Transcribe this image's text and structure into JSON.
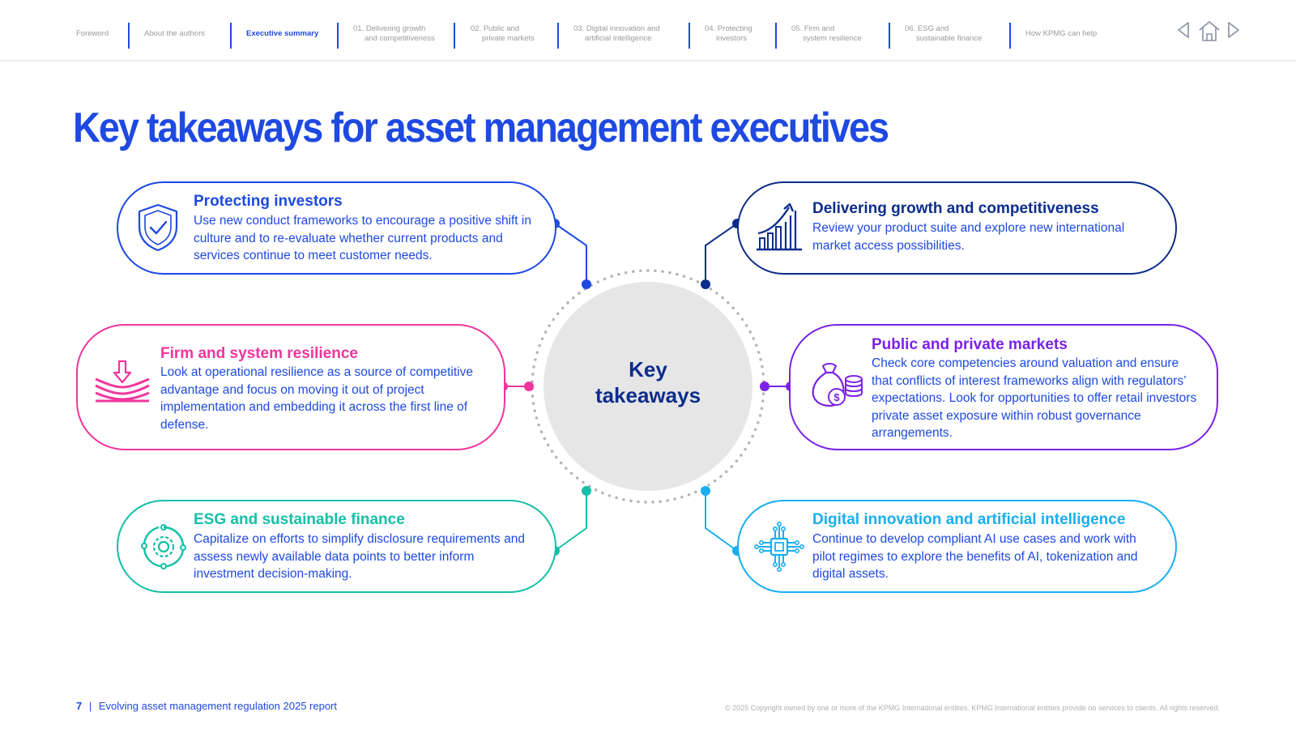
{
  "nav": {
    "items": [
      {
        "l1": "Foreword",
        "l2": ""
      },
      {
        "l1": "About the authors",
        "l2": ""
      },
      {
        "l1": "Executive summary",
        "l2": ""
      },
      {
        "l1": "01. Delivering growth",
        "l2": "and competitiveness"
      },
      {
        "l1": "02. Public and",
        "l2": "private markets"
      },
      {
        "l1": "03. Digital innovation and",
        "l2": "artificial intelligence"
      },
      {
        "l1": "04. Protecting",
        "l2": "investors"
      },
      {
        "l1": "05. Firm and",
        "l2": "system resilience"
      },
      {
        "l1": "06. ESG and",
        "l2": "sustainable finance"
      },
      {
        "l1": "How KPMG can help",
        "l2": ""
      }
    ],
    "active_index": 2
  },
  "title": "Key takeaways for asset management executives",
  "center": {
    "line1": "Key",
    "line2": "takeaways"
  },
  "takeaways": {
    "protecting": {
      "heading": "Protecting investors",
      "body": "Use new conduct frameworks to encourage a positive shift in culture and to re-evaluate whether current products and services continue to meet customer needs.",
      "icon": "shield-check-icon"
    },
    "growth": {
      "heading": "Delivering growth and competitiveness",
      "body": "Review your product suite and explore new international market access possibilities.",
      "icon": "growth-chart-icon"
    },
    "resilience": {
      "heading": "Firm and system resilience",
      "body": "Look at operational resilience as a source of competitive advantage and focus on moving it out of project implementation and embedding it across the first line of defense.",
      "icon": "resilience-layers-icon"
    },
    "markets": {
      "heading": "Public and private markets",
      "body": "Check core competencies around valuation and ensure that conflicts of interest frameworks align with regulators’ expectations. Look for opportunities to offer retail investors private asset exposure within robust governance arrangements.",
      "icon": "money-bag-coins-icon"
    },
    "esg": {
      "heading": "ESG and sustainable finance",
      "body": "Capitalize on efforts to simplify disclosure requirements and assess newly available data points to better inform investment decision-making.",
      "icon": "recycle-gear-icon"
    },
    "digital": {
      "heading": "Digital innovation and artificial intelligence",
      "body": "Continue to develop compliant AI use cases and work with pilot regimes to explore the benefits of AI, tokenization and digital assets.",
      "icon": "ai-chip-icon"
    }
  },
  "colors": {
    "blue": "#1e49e2",
    "navy": "#0c2d8c",
    "pink": "#f0359c",
    "purple": "#7b22e6",
    "teal": "#14bfa8",
    "cyan": "#19aef0"
  },
  "footer": {
    "page": "7",
    "separator": "|",
    "report": "Evolving asset management regulation 2025 report",
    "copyright": "© 2025 Copyright owned by one or more of the KPMG International entities. KPMG International entities provide no services to clients. All rights reserved."
  }
}
